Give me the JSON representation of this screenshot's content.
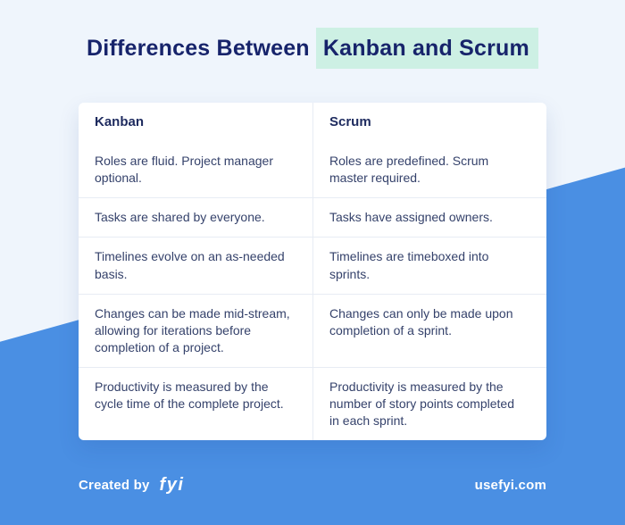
{
  "title": {
    "prefix": "Differences Between ",
    "highlight": "Kanban and Scrum"
  },
  "table": {
    "columns": [
      "Kanban",
      "Scrum"
    ],
    "rows": [
      [
        "Roles are fluid. Project manager optional.",
        "Roles are predefined. Scrum master required."
      ],
      [
        "Tasks are shared by everyone.",
        "Tasks have assigned owners."
      ],
      [
        "Timelines evolve on an as-needed basis.",
        "Timelines are timeboxed into sprints."
      ],
      [
        "Changes can be made mid-stream, allowing for iterations before completion of a project.",
        "Changes can only be made upon completion of a sprint."
      ],
      [
        "Productivity is measured by the cycle time of the complete project.",
        "Productivity is measured by the number of story points completed in each sprint."
      ]
    ]
  },
  "footer": {
    "created_by": "Created by",
    "logo": "fyi",
    "site": "usefyi.com"
  },
  "colors": {
    "bg-light": "#EFF5FC",
    "accent-blue": "#4A8FE3",
    "title-navy": "#17246B",
    "header-navy": "#1D2A5E",
    "text-navy": "#35426B",
    "highlight-mint": "#CDF0E4",
    "border": "#E7ECF4",
    "card-white": "#FFFFFF"
  }
}
